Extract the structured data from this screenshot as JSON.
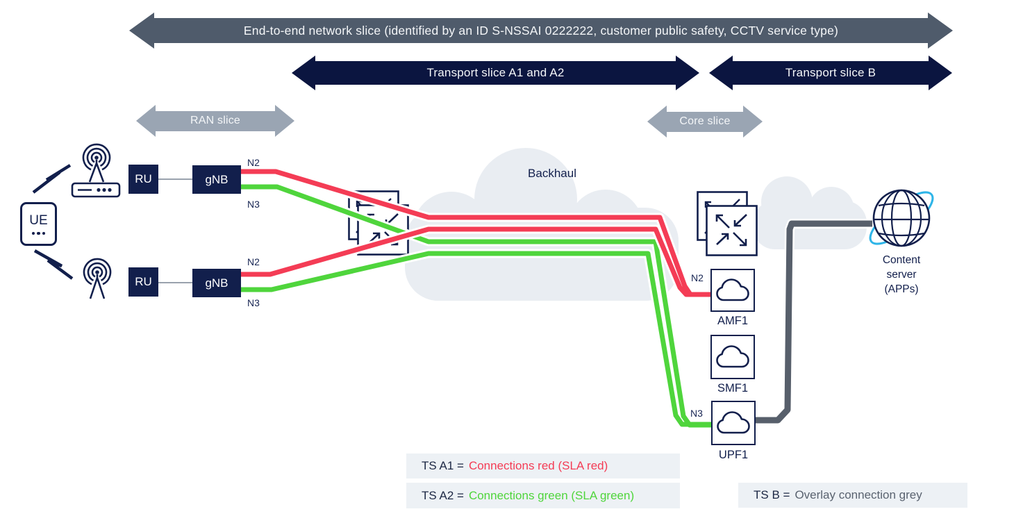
{
  "banners": {
    "e2e": "End-to-end network slice (identified by an ID S-NSSAI 0222222, customer public safety, CCTV service type)",
    "transport_a": "Transport slice A1 and A2",
    "transport_b": "Transport slice B",
    "ran": "RAN slice",
    "core": "Core slice"
  },
  "nodes": {
    "ue": "UE",
    "ru_top": "RU",
    "gnb_top": "gNB",
    "ru_bottom": "RU",
    "gnb_bottom": "gNB",
    "backhaul": "Backhaul",
    "amf": "AMF1",
    "smf": "SMF1",
    "upf": "UPF1",
    "content_server": {
      "line1": "Content",
      "line2": "server",
      "line3": "(APPs)"
    }
  },
  "ports": {
    "gnb_top_n2": "N2",
    "gnb_top_n3": "N3",
    "gnb_bottom_n2": "N2",
    "gnb_bottom_n3": "N3",
    "amf_n2": "N2",
    "upf_n3": "N3"
  },
  "legend": {
    "ts_a1": {
      "prefix": "TS A1 =",
      "text": "Connections red (SLA red)"
    },
    "ts_a2": {
      "prefix": "TS A2 =",
      "text": "Connections green (SLA green)"
    },
    "ts_b": {
      "prefix": "TS B =",
      "text": "Overlay connection grey"
    }
  },
  "colors": {
    "sla_red": "#f43c55",
    "sla_green": "#4fd53c",
    "overlay_grey": "#575f6b",
    "navy": "#121f4c",
    "banner_grey": "#4f5b6b",
    "banner_navy": "#0b1540",
    "slice_arrow_grey": "#9aa5b3",
    "cloud_fill": "#e9edf2",
    "legend_bg": "#edf1f5",
    "globe_swoosh_cyan": "#2fb5e8"
  }
}
